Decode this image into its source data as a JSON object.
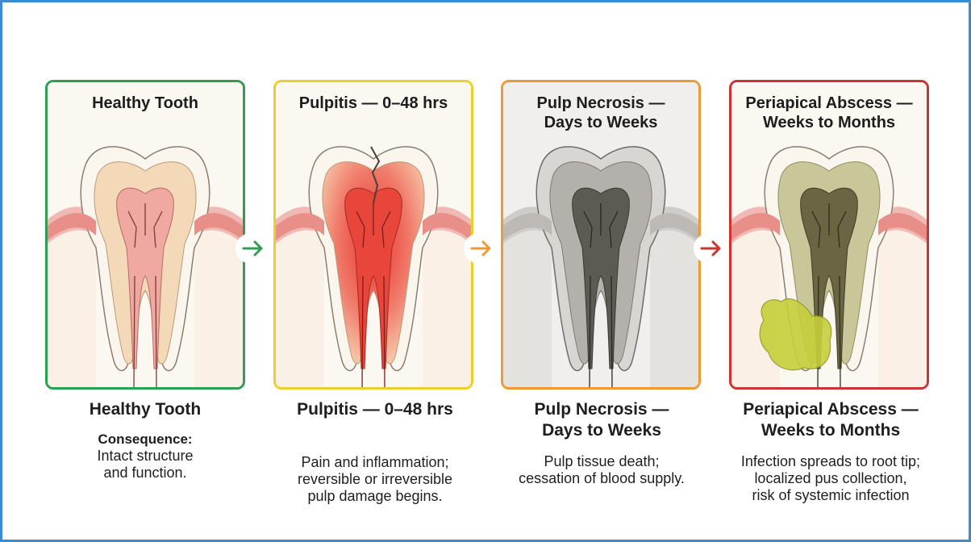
{
  "stages": [
    {
      "panel_title": "Healthy Tooth",
      "caption_title": "Healthy Tooth",
      "consequence_label": "Consequence:",
      "description": "Intact structure\nand function.",
      "border_color": "#2e9e52"
    },
    {
      "panel_title": "Pulpitis — 0–48 hrs",
      "caption_title": "Pulpitis — 0–48 hrs",
      "description": "Pain and inflammation;\nreversible or irreversible\npulp damage begins.",
      "border_color": "#ebcf2a"
    },
    {
      "panel_title": "Pulp Necrosis —\nDays to Weeks",
      "caption_title": "Pulp Necrosis —\nDays to Weeks",
      "description": "Pulp tissue death;\ncessation of blood supply.",
      "border_color": "#ec9a3a"
    },
    {
      "panel_title": "Periapical Abscess —\nWeeks to Months",
      "caption_title": "Periapical Abscess —\nWeeks to Months",
      "description": "Infection spreads to root tip;\nlocalized pus collection,\nrisk of systemic infection",
      "border_color": "#cc3333"
    }
  ],
  "arrows": [
    {
      "icon": "arrow-right-icon",
      "color": "#2e9e52"
    },
    {
      "icon": "arrow-right-icon",
      "color": "#ec9a3a"
    },
    {
      "icon": "arrow-right-icon",
      "color": "#cc3333"
    }
  ],
  "colors": {
    "frame": "#3b8bd0",
    "gum": "#f1b9b4",
    "enamel": "#faf6ee",
    "dentin": "#f4d9b8",
    "pulp_healthy": "#f0a9a0",
    "pulp_inflamed": "#e23a30",
    "pulp_necrotic": "#5c5a52",
    "abscess": "#c5cf3a"
  }
}
